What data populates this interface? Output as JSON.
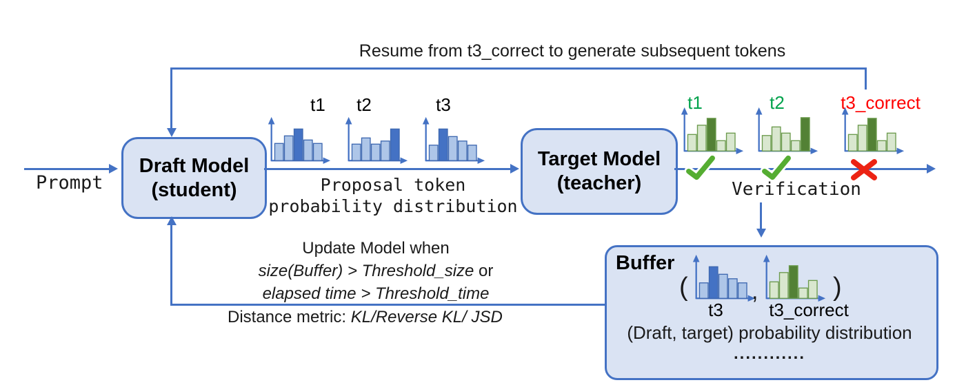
{
  "colors": {
    "blue": "#4472C4",
    "box_fill": "#DAE3F3",
    "bar_blue_light": "#AEC6E8",
    "bar_blue_dark": "#4472C4",
    "bar_blue_border": "#3E68B0",
    "bar_green_light": "#D9E7CF",
    "bar_green_dark": "#538135",
    "bar_green_border": "#6B9A4C",
    "label_green": "#00A24B",
    "label_red": "#FF0000",
    "check_green": "#55AD32",
    "cross_red": "#EC2313"
  },
  "top": {
    "resume_label": "Resume from t3_correct to generate subsequent tokens"
  },
  "left": {
    "prompt_label": "Prompt"
  },
  "draft_model": {
    "line1": "Draft Model",
    "line2": "(student)"
  },
  "target_model": {
    "line1": "Target Model",
    "line2": "(teacher)"
  },
  "proposal": {
    "line1": "Proposal token",
    "line2": "probability distribution"
  },
  "verification": {
    "label": "Verification"
  },
  "update": {
    "line1": "Update Model when",
    "line2_italic": "size(Buffer) > Threshold_size",
    "line2_plain": " or",
    "line3_italic": "elapsed time > Threshold_time",
    "distance_plain": "Distance metric: ",
    "distance_italic": "KL/Reverse KL/ JSD"
  },
  "buffer": {
    "title": "Buffer",
    "open_paren": "(",
    "comma": ",",
    "close_paren": ")",
    "pair_line": "(Draft, target) probability distribution",
    "dots": "............"
  },
  "histograms": {
    "proposal": [
      {
        "label": "t1",
        "palette": "blue",
        "heights": [
          0.5,
          0.72,
          0.92,
          0.6,
          0.5
        ],
        "dark_index": 2
      },
      {
        "label": "t2",
        "palette": "blue",
        "heights": [
          0.48,
          0.66,
          0.48,
          0.57,
          0.92
        ],
        "dark_index": 4
      },
      {
        "label": "t3",
        "palette": "blue",
        "heights": [
          0.45,
          0.92,
          0.7,
          0.57,
          0.45
        ],
        "dark_index": 1
      }
    ],
    "verification": [
      {
        "label": "t1",
        "palette": "green",
        "heights": [
          0.48,
          0.75,
          0.95,
          0.3,
          0.52
        ],
        "dark_index": 2,
        "mark": "check"
      },
      {
        "label": "t2",
        "palette": "green",
        "heights": [
          0.45,
          0.7,
          0.52,
          0.3,
          0.97
        ],
        "dark_index": 4,
        "mark": "check"
      },
      {
        "label": "t3_correct",
        "palette": "green",
        "heights": [
          0.48,
          0.75,
          0.95,
          0.3,
          0.52
        ],
        "dark_index": 2,
        "mark": "cross"
      }
    ],
    "buffer": [
      {
        "label": "t3",
        "palette": "blue",
        "heights": [
          0.45,
          0.92,
          0.7,
          0.57,
          0.45
        ],
        "dark_index": 1
      },
      {
        "label": "t3_correct",
        "palette": "green",
        "heights": [
          0.48,
          0.75,
          0.95,
          0.3,
          0.52
        ],
        "dark_index": 2
      }
    ]
  }
}
